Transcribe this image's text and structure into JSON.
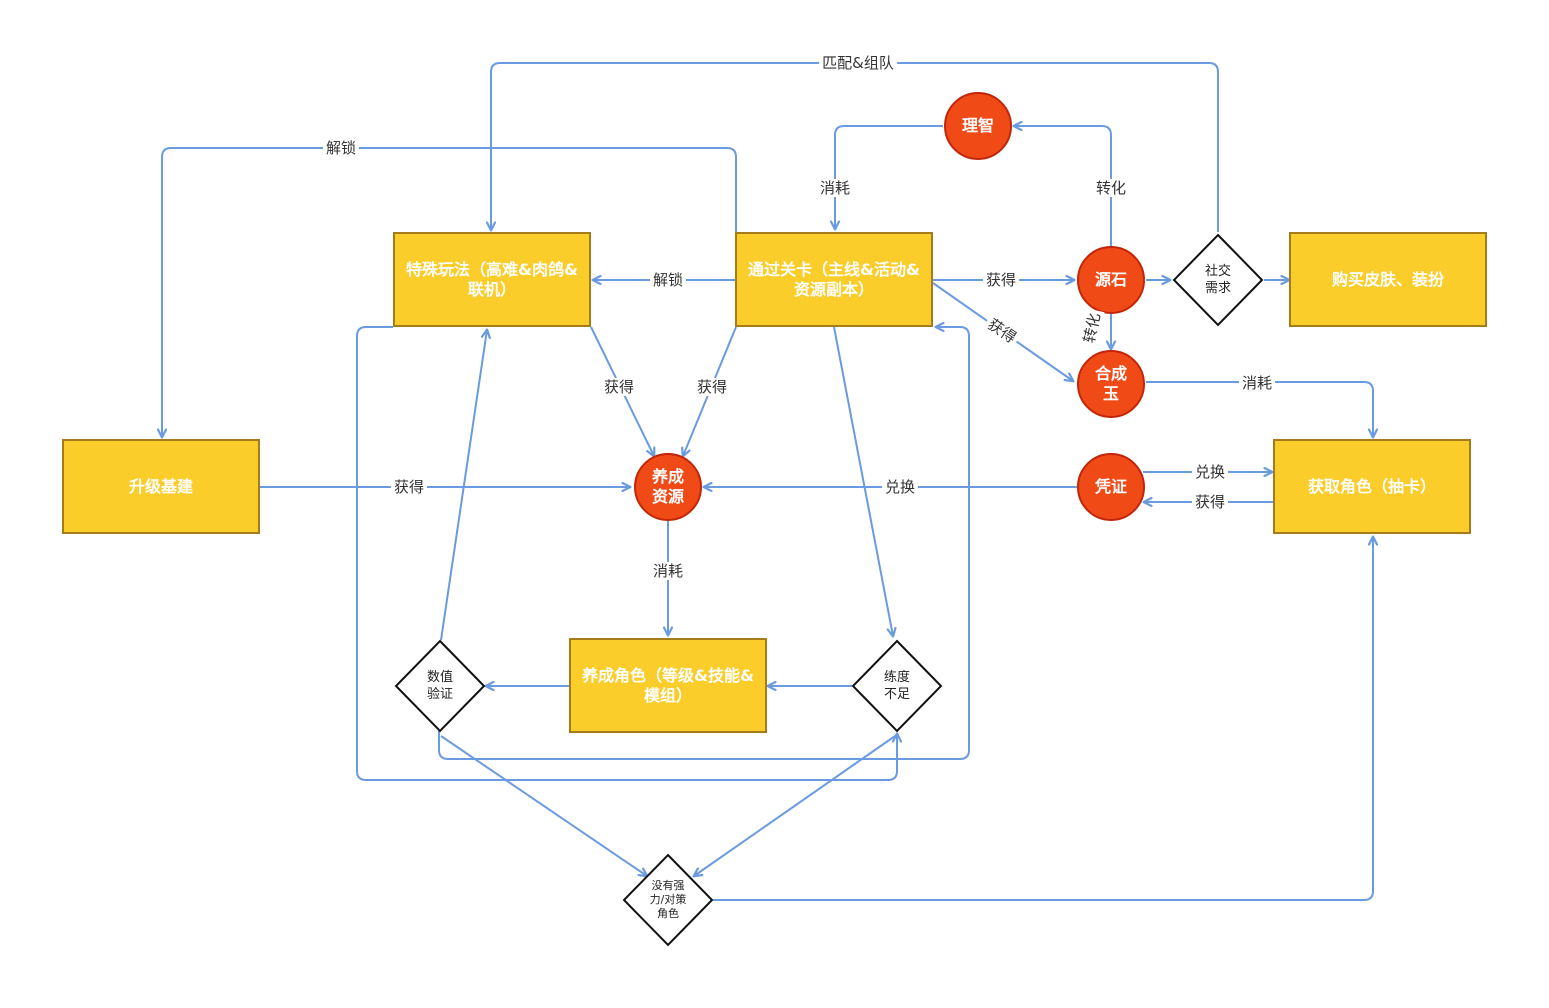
{
  "nodes": {
    "special_play": "特殊玩法（高难&肉鸽&\n联机）",
    "stage_clear": "通过关卡（主线&活动&\n资源副本）",
    "upgrade_base": "升级基建",
    "buy_skin": "购买皮肤、装扮",
    "get_character": "获取角色（抽卡）",
    "train_character": "养成角色（等级&技能&\n模组）",
    "sanity": "理智",
    "originium": "源石",
    "orundum": "合成\n玉",
    "train_resource": "养成\n资源",
    "voucher": "凭证",
    "social_need": "社交\n需求",
    "value_check": "数值\n验证",
    "insufficient": "练度\n不足",
    "no_strong": "没有强\n力/对策\n角色"
  },
  "edge_labels": {
    "match_team": "匹配&组队",
    "unlock_base": "解锁",
    "unlock_special": "解锁",
    "consume_sanity": "消耗",
    "convert_sanity": "转化",
    "obtain_originium": "获得",
    "obtain_orundum": "获得",
    "convert_orundum": "转化",
    "obtain_from_special": "获得",
    "obtain_from_stage": "获得",
    "obtain_from_base": "获得",
    "exchange_resource": "兑换",
    "consume_orundum": "消耗",
    "exchange_voucher": "兑换",
    "obtain_voucher": "获得",
    "consume_resource": "消耗"
  },
  "colors": {
    "box_fill": "#fbcd2b",
    "box_border": "#a67c1b",
    "circle_fill": "#f04a17",
    "arrow": "#6a9be0",
    "diamond_border": "#111111"
  }
}
